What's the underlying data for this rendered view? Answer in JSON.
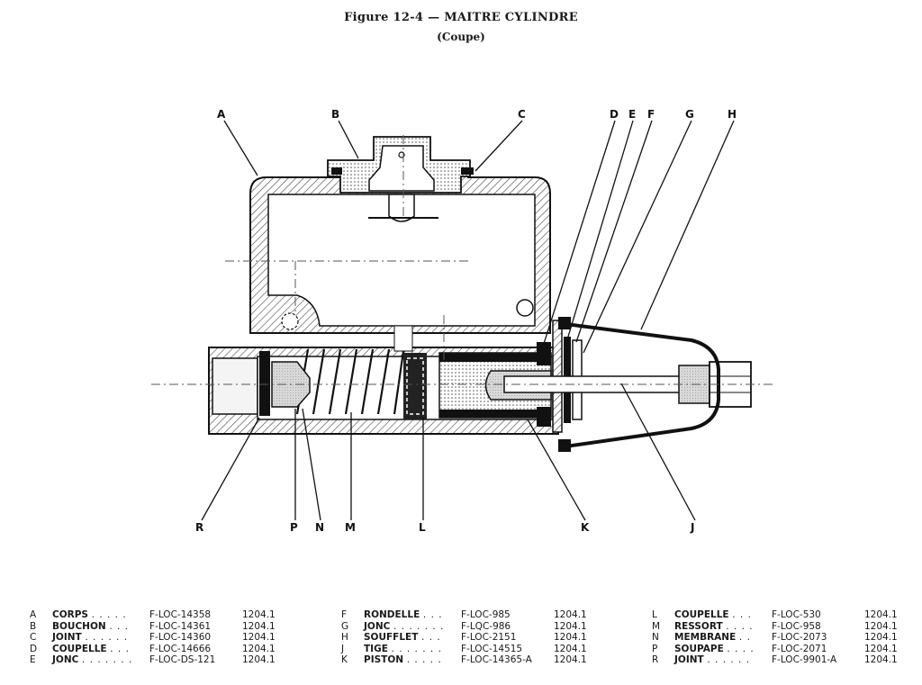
{
  "figure": {
    "title": "Figure 12-4 — MAITRE CYLINDRE",
    "subtitle": "(Coupe)"
  },
  "callouts": {
    "A": "A",
    "B": "B",
    "C": "C",
    "D": "D",
    "E": "E",
    "F": "F",
    "G": "G",
    "H": "H",
    "J": "J",
    "K": "K",
    "L": "L",
    "M": "M",
    "N": "N",
    "P": "P",
    "R": "R"
  },
  "legend": {
    "columns": [
      [
        {
          "key": "A",
          "name": "CORPS",
          "dots": ". . . . .",
          "ref": "F-LOC-14358",
          "code": "1204.1"
        },
        {
          "key": "B",
          "name": "BOUCHON",
          "dots": ". . .",
          "ref": "F-LOC-14361",
          "code": "1204.1"
        },
        {
          "key": "C",
          "name": "JOINT",
          "dots": ". . . . . .",
          "ref": "F-LOC-14360",
          "code": "1204.1"
        },
        {
          "key": "D",
          "name": "COUPELLE",
          "dots": ". . .",
          "ref": "F-LOC-14666",
          "code": "1204.1"
        },
        {
          "key": "E",
          "name": "JONC",
          "dots": ". . . . . . .",
          "ref": "F-LOC-DS-121",
          "code": "1204.1"
        }
      ],
      [
        {
          "key": "F",
          "name": "RONDELLE",
          "dots": ". . .",
          "ref": "F-LOC-985",
          "code": "1204.1"
        },
        {
          "key": "G",
          "name": "JONC",
          "dots": ". . . . . . .",
          "ref": "F-LQC-986",
          "code": "1204.1"
        },
        {
          "key": "H",
          "name": "SOUFFLET",
          "dots": ". . .",
          "ref": "F-LOC-2151",
          "code": "1204.1"
        },
        {
          "key": "J",
          "name": "TIGE",
          "dots": ". . . . . . .",
          "ref": "F-LOC-14515",
          "code": "1204.1"
        },
        {
          "key": "K",
          "name": "PISTON",
          "dots": ". . . . .",
          "ref": "F-LOC-14365-A",
          "code": "1204.1"
        }
      ],
      [
        {
          "key": "L",
          "name": "COUPELLE",
          "dots": ". . .",
          "ref": "F-LOC-530",
          "code": "1204.1"
        },
        {
          "key": "M",
          "name": "RESSORT",
          "dots": ". . . .",
          "ref": "F-LOC-958",
          "code": "1204.1"
        },
        {
          "key": "N",
          "name": "MEMBRANE",
          "dots": ". .",
          "ref": "F-LOC-2073",
          "code": "1204.1"
        },
        {
          "key": "P",
          "name": "SOUPAPE",
          "dots": ". . . .",
          "ref": "F-LOC-2071",
          "code": "1204.1"
        },
        {
          "key": "R",
          "name": "JOINT",
          "dots": ". . . . . .",
          "ref": "F-LOC-9901-A",
          "code": "1204.1"
        }
      ]
    ]
  }
}
